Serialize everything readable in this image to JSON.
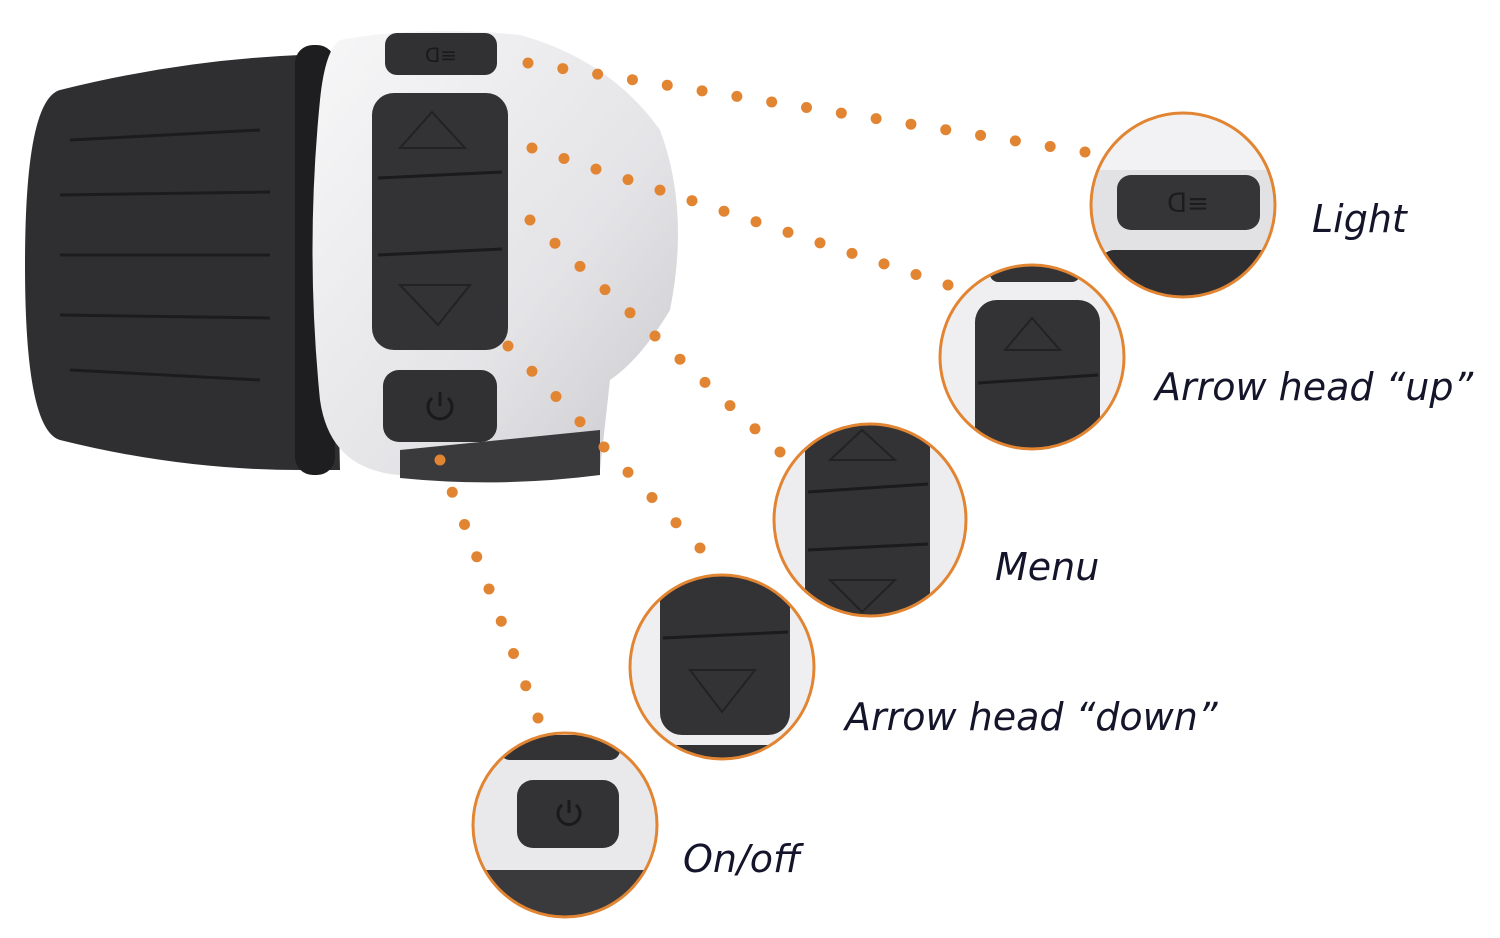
{
  "colors": {
    "accent": "#E28533",
    "label": "#14152a",
    "rubber": "#2f2f31",
    "silver": "#e9e9ec"
  },
  "callouts": [
    {
      "id": "light",
      "label": "Light",
      "icon": "headlight-icon"
    },
    {
      "id": "up",
      "label": "Arrow head “up”",
      "icon": "arrow-up-icon"
    },
    {
      "id": "menu",
      "label": "Menu",
      "icon": "menu-button"
    },
    {
      "id": "down",
      "label": "Arrow head “down”",
      "icon": "arrow-down-icon"
    },
    {
      "id": "onoff",
      "label": "On/off",
      "icon": "power-icon"
    }
  ]
}
